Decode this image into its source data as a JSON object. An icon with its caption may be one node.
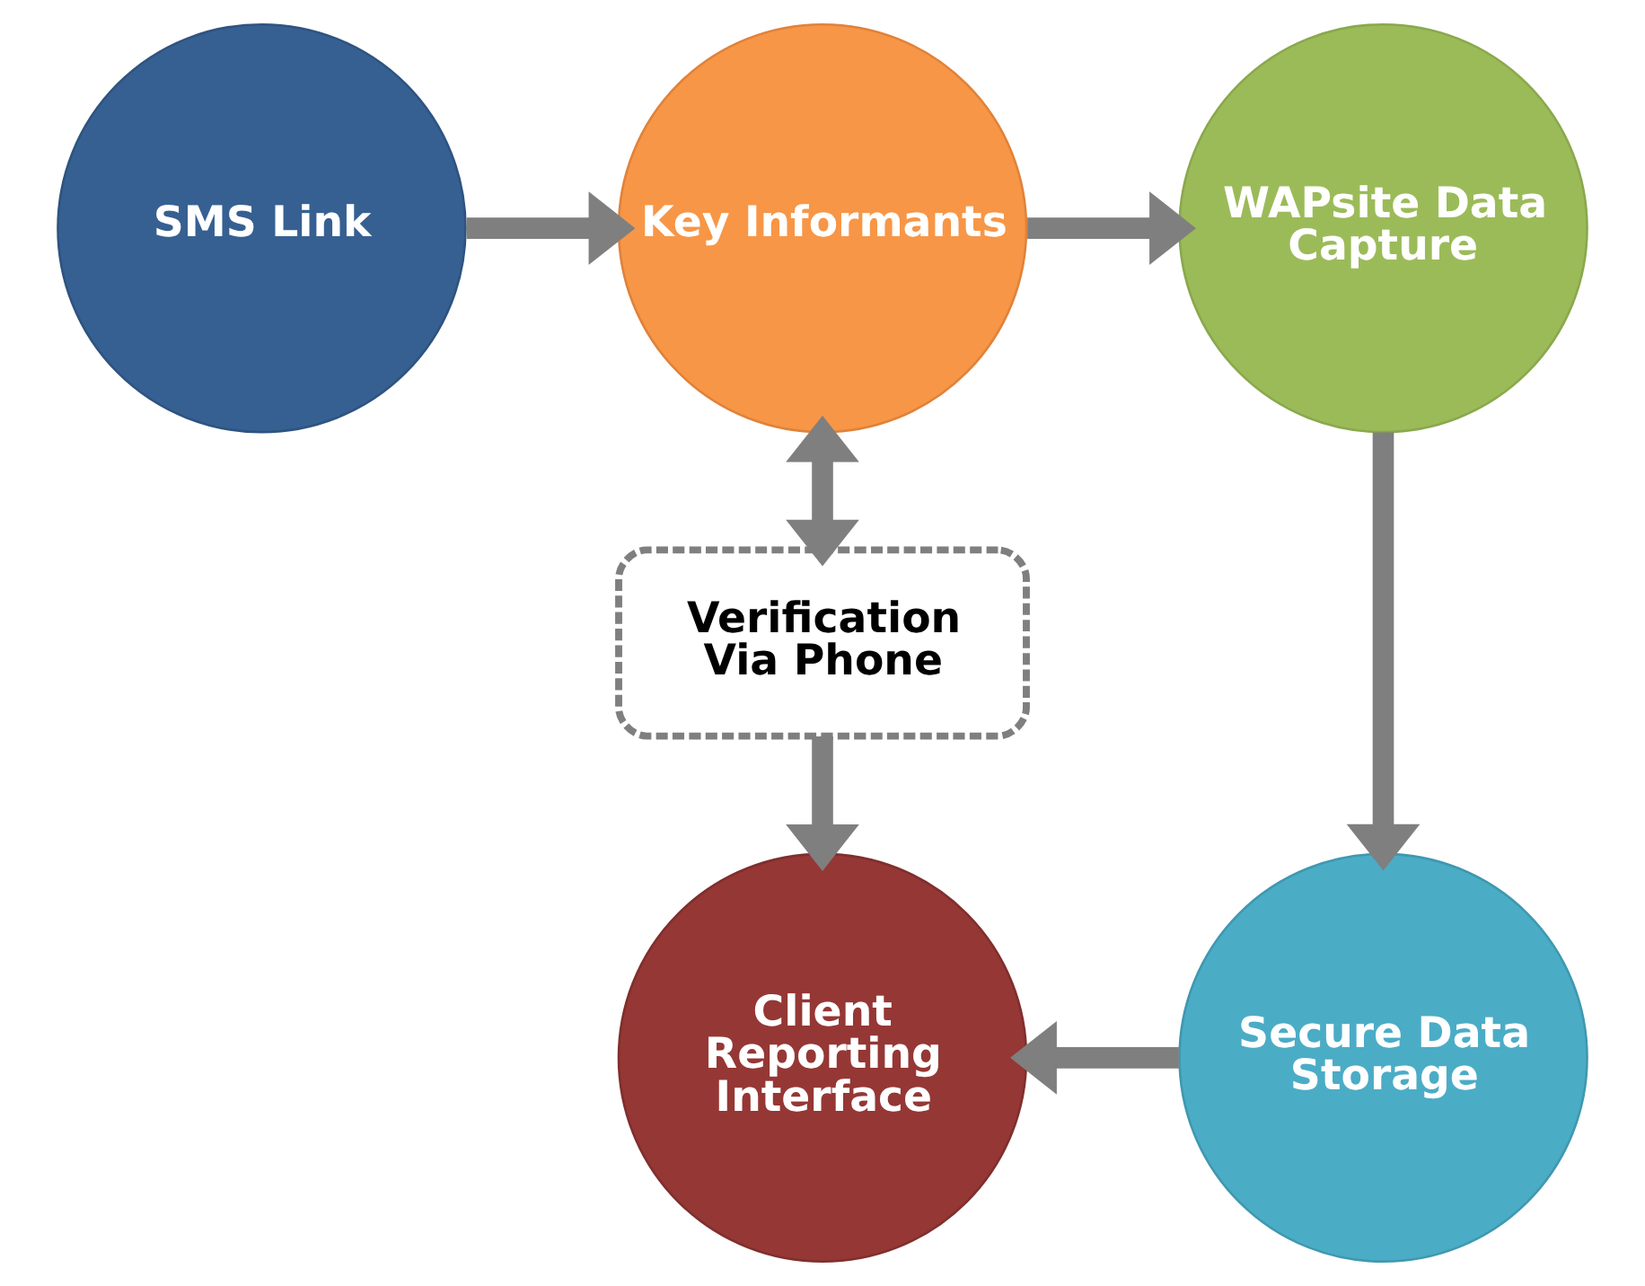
{
  "diagram": {
    "nodes": [
      {
        "text": [
          "SMS Link"
        ]
      },
      {
        "text": [
          "Key Informants"
        ]
      },
      {
        "text": [
          "WAPsite Data Capture"
        ]
      },
      {
        "text": [
          "Verification Via Phone"
        ]
      },
      {
        "text": [
          "Client Reporting Interface"
        ]
      },
      {
        "text": [
          "Secure Data Storage"
        ]
      }
    ],
    "edges": [
      {
        "from": 0,
        "to": 1,
        "arrow": "to"
      },
      {
        "from": 1,
        "to": 2,
        "arrow": "to"
      },
      {
        "from": 2,
        "to": 5,
        "arrow": "to"
      },
      {
        "from": 1,
        "to": 3,
        "arrow": "both"
      },
      {
        "from": 3,
        "to": 4,
        "arrow": "to"
      },
      {
        "from": 5,
        "to": 4,
        "arrow": "to"
      }
    ]
  }
}
